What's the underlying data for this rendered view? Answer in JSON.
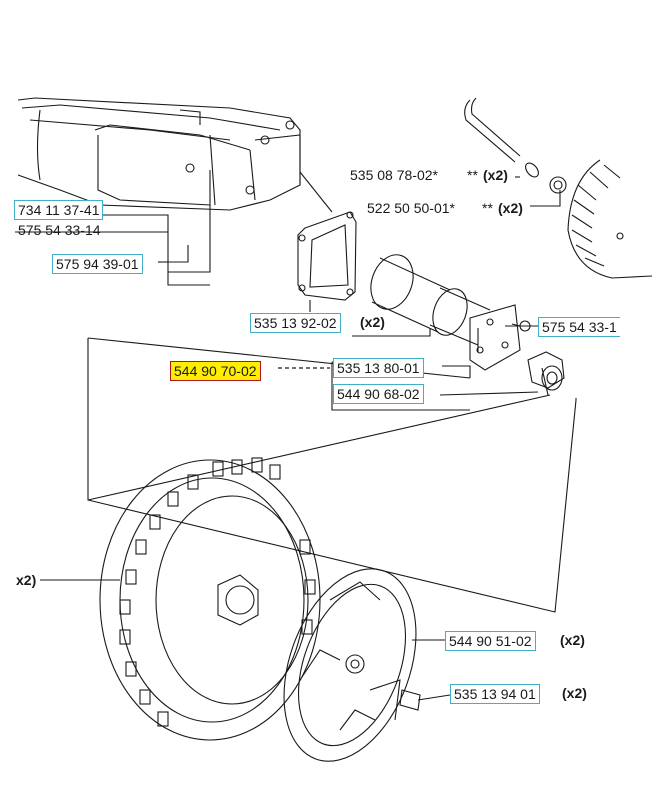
{
  "labels": {
    "l1": "734 11 37-41",
    "l2": "575 54 33-14",
    "l3": "575 94 39-01",
    "l4": "535 08 78-02*",
    "l4s": "**",
    "l4q": "(x2)",
    "l5": "522 50 50-01*",
    "l5s": "**",
    "l5q": "(x2)",
    "l6": "535 13 92-02",
    "l6q": "(x2)",
    "l7": "575 54 33-1",
    "l8": "544 90 70-02",
    "l9": "535 13 80-01",
    "l10": "544 90 68-02",
    "l11": "x2)",
    "l12": "544 90 51-02",
    "l12q": "(x2)",
    "l13": "535 13 94 01",
    "l13q": "(x2)"
  },
  "colors": {
    "box_border": "#3fb0c8",
    "highlight_fill": "#ffee00",
    "highlight_border": "#b01818",
    "line": "#1a1a1a"
  }
}
